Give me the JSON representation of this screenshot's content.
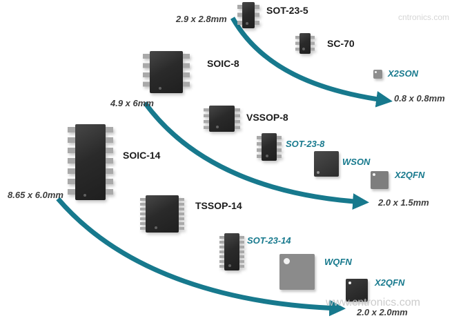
{
  "packages": {
    "sot23_5": {
      "label": "SOT-23-5",
      "dimension": "2.9 x 2.8mm"
    },
    "sc70": {
      "label": "SC-70"
    },
    "x2son": {
      "label": "X2SON",
      "dimension": "0.8 x 0.8mm"
    },
    "soic8": {
      "label": "SOIC-8",
      "dimension": "4.9 x 6mm"
    },
    "vssop8": {
      "label": "VSSOP-8"
    },
    "sot23_8": {
      "label": "SOT-23-8"
    },
    "wson": {
      "label": "WSON"
    },
    "x2qfn_row2": {
      "label": "X2QFN",
      "dimension": "2.0 x 1.5mm"
    },
    "soic14": {
      "label": "SOIC-14",
      "dimension": "8.65 x 6.0mm"
    },
    "tssop14": {
      "label": "TSSOP-14"
    },
    "sot23_14": {
      "label": "SOT-23-14"
    },
    "wqfn": {
      "label": "WQFN"
    },
    "x2qfn_row3": {
      "label": "X2QFN",
      "dimension": "2.0 x 2.0mm"
    }
  },
  "watermarks": {
    "top_right": "cntronics.com",
    "bottom_right": "www.cntronics.com"
  },
  "colors": {
    "teal": "#17798d"
  }
}
